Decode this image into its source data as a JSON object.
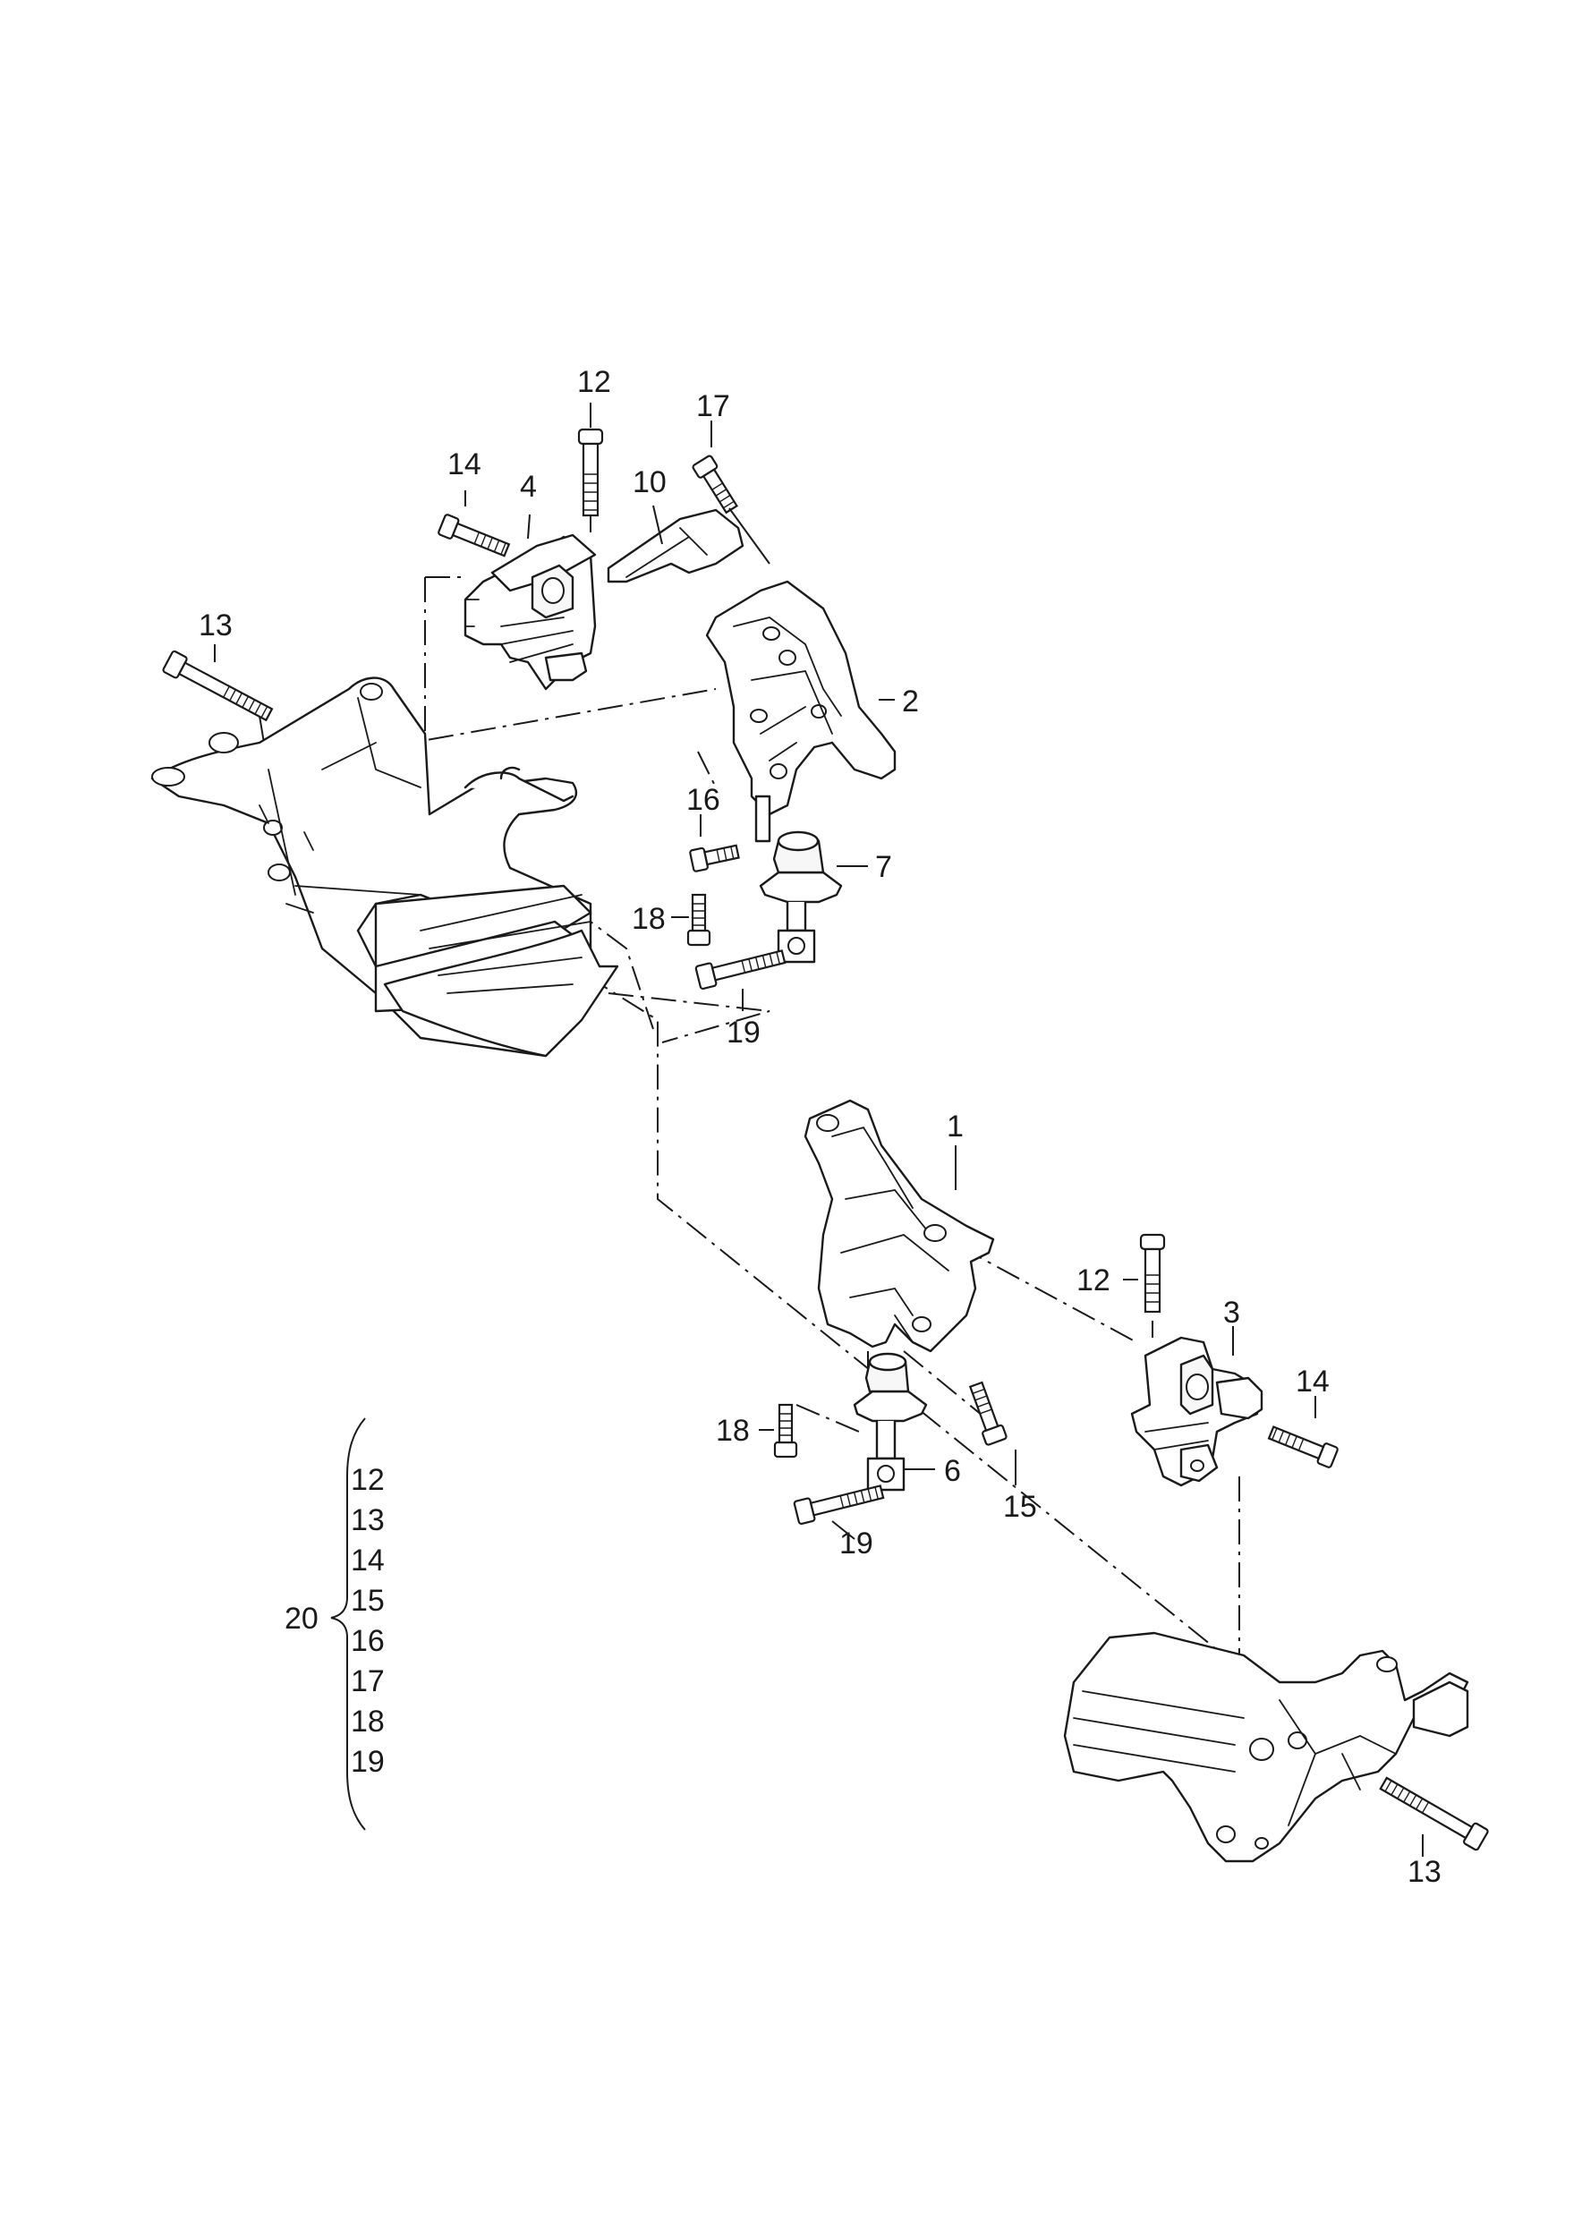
{
  "diagram": {
    "callouts": {
      "c12_top": "12",
      "c17": "17",
      "c14_top": "14",
      "c4": "4",
      "c10": "10",
      "c13_top": "13",
      "c2": "2",
      "c16": "16",
      "c7": "7",
      "c18_top": "18",
      "c19_top": "19",
      "c1": "1",
      "c12_mid": "12",
      "c3": "3",
      "c14_mid": "14",
      "c18_bot": "18",
      "c6": "6",
      "c15": "15",
      "c19_bot": "19",
      "c13_bot": "13",
      "c20": "20"
    },
    "kit_list": [
      "12",
      "13",
      "14",
      "15",
      "16",
      "17",
      "18",
      "19"
    ]
  }
}
